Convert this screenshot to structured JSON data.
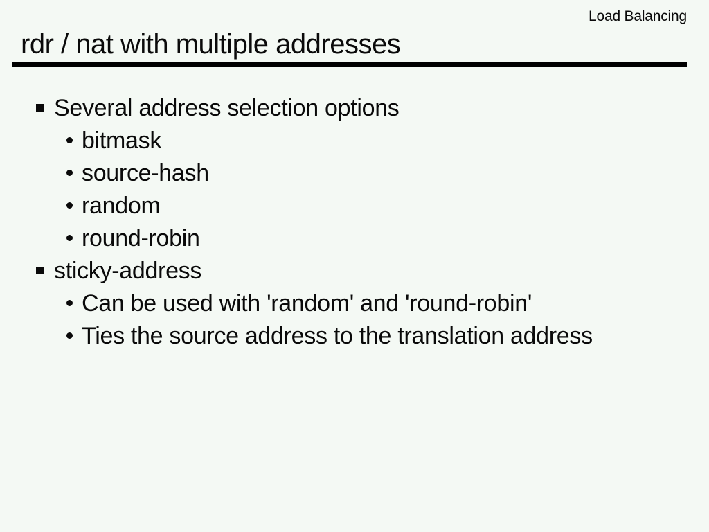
{
  "slide": {
    "context_label": "Load Balancing",
    "title": "rdr / nat with multiple addresses"
  },
  "list": {
    "items": [
      {
        "level": 1,
        "text": "Several address selection options"
      },
      {
        "level": 2,
        "text": "bitmask"
      },
      {
        "level": 2,
        "text": "source-hash"
      },
      {
        "level": 2,
        "text": "random"
      },
      {
        "level": 2,
        "text": "round-robin"
      },
      {
        "level": 1,
        "text": "sticky-address"
      },
      {
        "level": 2,
        "text": "Can be used with 'random' and 'round-robin'"
      },
      {
        "level": 2,
        "text": "Ties the source address to the translation address"
      }
    ]
  },
  "colors": {
    "background": "#f4f9f4",
    "text": "#0a0a0a",
    "rule": "#000000",
    "bullet": "#0a0a0a"
  }
}
